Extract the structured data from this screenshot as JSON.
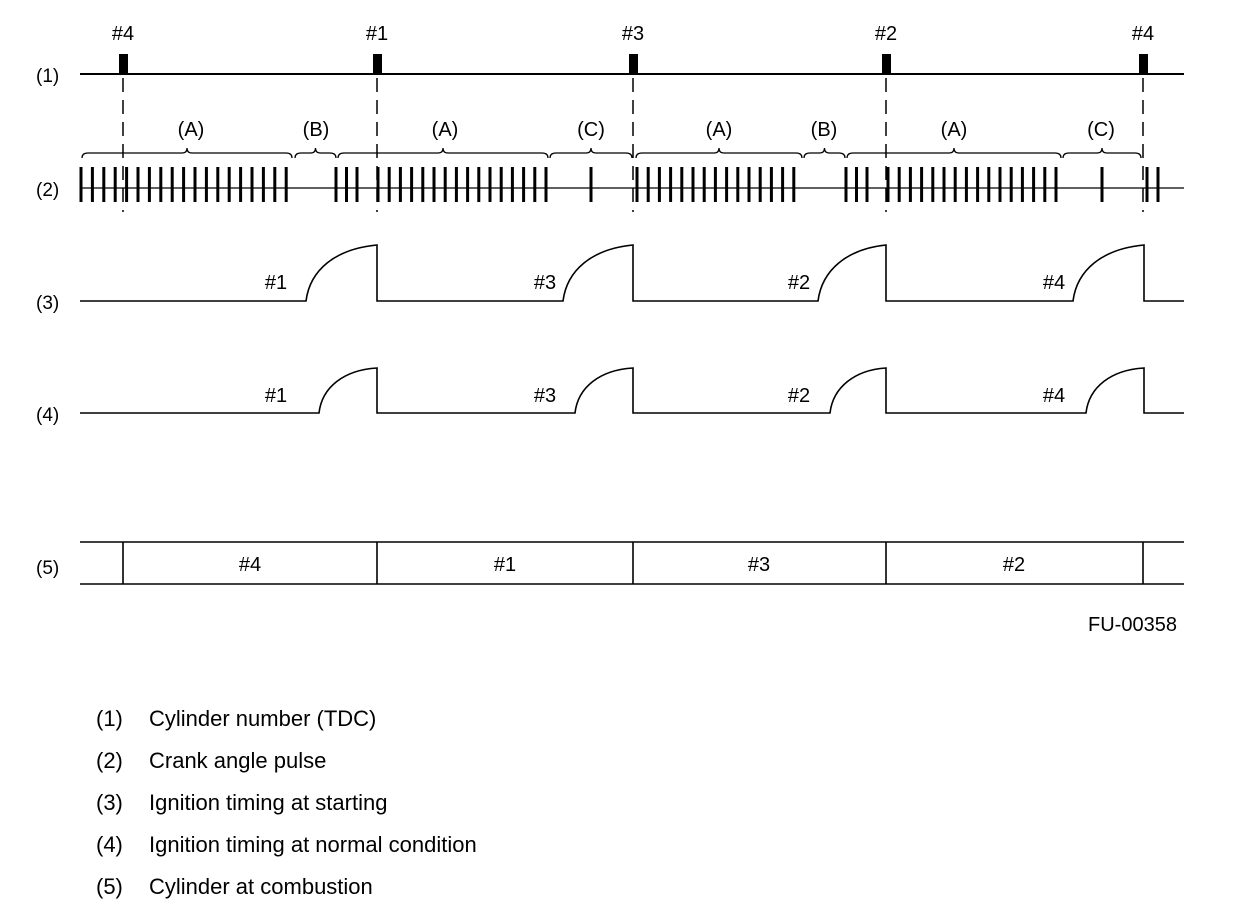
{
  "rows": {
    "r1": "(1)",
    "r2": "(2)",
    "r3": "(3)",
    "r4": "(4)",
    "r5": "(5)"
  },
  "tdc_markers": [
    "#4",
    "#1",
    "#3",
    "#2",
    "#4"
  ],
  "segments": [
    "(A)",
    "(B)",
    "(A)",
    "(C)",
    "(A)",
    "(B)",
    "(A)",
    "(C)"
  ],
  "ignition_start_labels": [
    "#1",
    "#3",
    "#2",
    "#4"
  ],
  "ignition_normal_labels": [
    "#1",
    "#3",
    "#2",
    "#4"
  ],
  "combustion_cells": [
    "#4",
    "#1",
    "#3",
    "#2"
  ],
  "figure_code": "FU-00358",
  "legend": [
    {
      "num": "(1)",
      "text": "Cylinder number (TDC)"
    },
    {
      "num": "(2)",
      "text": "Crank angle pulse"
    },
    {
      "num": "(3)",
      "text": "Ignition timing at starting"
    },
    {
      "num": "(4)",
      "text": "Ignition timing at normal condition"
    },
    {
      "num": "(5)",
      "text": "Cylinder at combustion"
    }
  ]
}
